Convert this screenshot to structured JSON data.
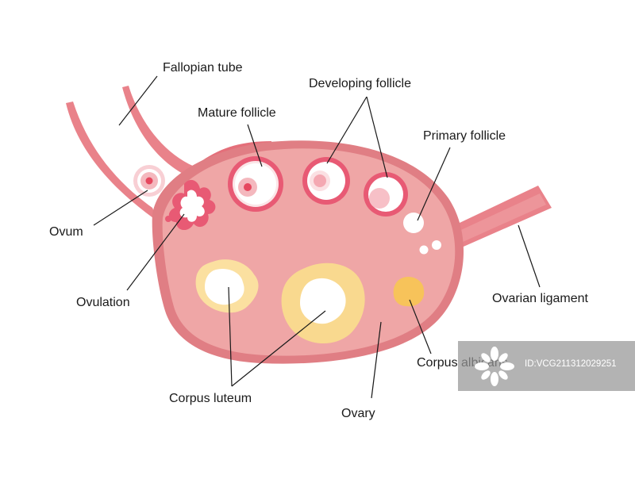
{
  "labels": {
    "fallopian_tube": "Fallopian tube",
    "developing_follicle": "Developing follicle",
    "mature_follicle": "Mature follicle",
    "primary_follicle": "Primary follicle",
    "ovum": "Ovum",
    "ovulation": "Ovulation",
    "ovarian_ligament": "Ovarian ligament",
    "corpus_albicans": "Corpus albicans",
    "corpus_luteum": "Corpus luteum",
    "ovary": "Ovary"
  },
  "watermark": {
    "text": "ID:VCG211312029251",
    "logo_icon": "flower-logo-icon"
  },
  "colors": {
    "ovary_body": "#efa6a6",
    "ovary_dark": "#e07e84",
    "tube": "#e9828a",
    "follicle_ring": "#e85a74",
    "corpus_luteum_yellow": "#fbe0a0",
    "corpus_albicans": "#f7c35a",
    "background": "#ffffff"
  }
}
